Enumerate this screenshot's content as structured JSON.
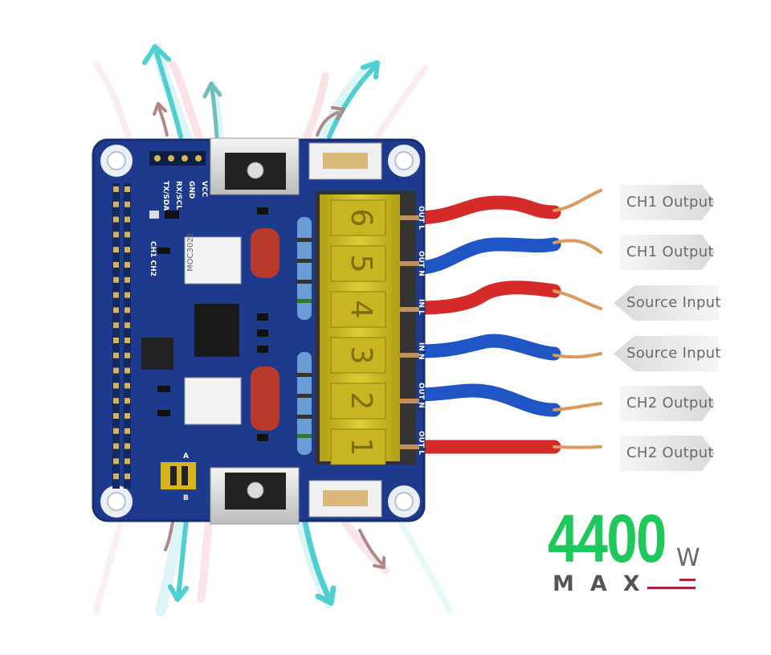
{
  "labels": {
    "ch1_output_1": "CH1 Output",
    "ch1_output_2": "CH1 Output",
    "source_input_1": "Source Input",
    "source_input_2": "Source Input",
    "ch2_output_1": "CH2 Output",
    "ch2_output_2": "CH2 Output"
  },
  "power": {
    "value": "4400",
    "unit": "W",
    "max": "MAX"
  },
  "board": {
    "header_pins": [
      "VCC",
      "GND",
      "RX/SCL",
      "TX/SDA"
    ],
    "terminals": [
      "6",
      "5",
      "4",
      "3",
      "2",
      "1"
    ],
    "terminal_labels": [
      "OUT L",
      "OUT N",
      "IN L",
      "IN N",
      "OUT N",
      "OUT L"
    ],
    "relay_text": "MOC3021",
    "channel_text": "CH1 CH2",
    "jumper_text": [
      "A",
      "B"
    ]
  },
  "colors": {
    "pcb": "#1e3a8c",
    "terminal": "#d8c21a",
    "wire_red": "#d42a2a",
    "wire_blue": "#1f55c4",
    "wire_copper": "#d99a5c",
    "airflow_cool": "#5fd6d8",
    "airflow_warm": "#e8a0a8",
    "power_green": "#1fc85a",
    "accent_bar": "#b0203a"
  }
}
